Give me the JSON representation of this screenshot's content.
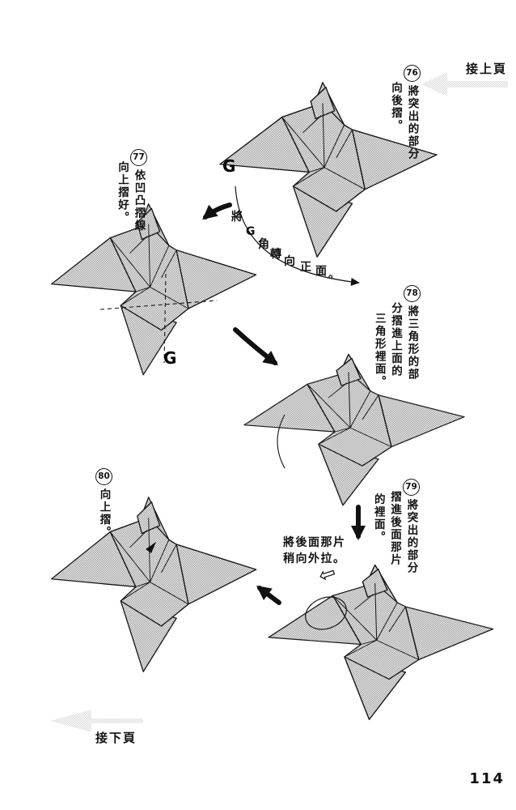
{
  "page": {
    "number": "114",
    "prev_link_label": "接上頁",
    "next_link_label": "接下頁"
  },
  "steps": [
    {
      "num": "76",
      "cols": [
        "將突出的部分",
        "向後摺。"
      ]
    },
    {
      "num": "77",
      "cols": [
        "依凹凸摺線",
        "向上摺好。"
      ]
    },
    {
      "num": "78",
      "cols": [
        "將三角形的部",
        "分摺進上面的",
        "三角形裡面。"
      ]
    },
    {
      "num": "79",
      "cols": [
        "將突出的部分",
        "摺進後面那片",
        "的裡面。"
      ]
    },
    {
      "num": "80",
      "cols": [
        "向上摺。"
      ]
    }
  ],
  "annotations": {
    "arc_chars": [
      "將",
      "G",
      "角",
      "轉",
      "向",
      "正",
      "面",
      "。"
    ],
    "pull_note": {
      "line1": "將後面那片",
      "line2": "稍向外拉。"
    },
    "g_label_top_figure": "G",
    "g_label_left_figure": "G"
  },
  "icons": {
    "pull_out_arrow": "⇦"
  },
  "colors": {
    "paper": "#ffffff",
    "halftone_gray": "#9d9d9d",
    "nav_arrow_gray": "#d9d9d9",
    "ink": "#161616"
  }
}
